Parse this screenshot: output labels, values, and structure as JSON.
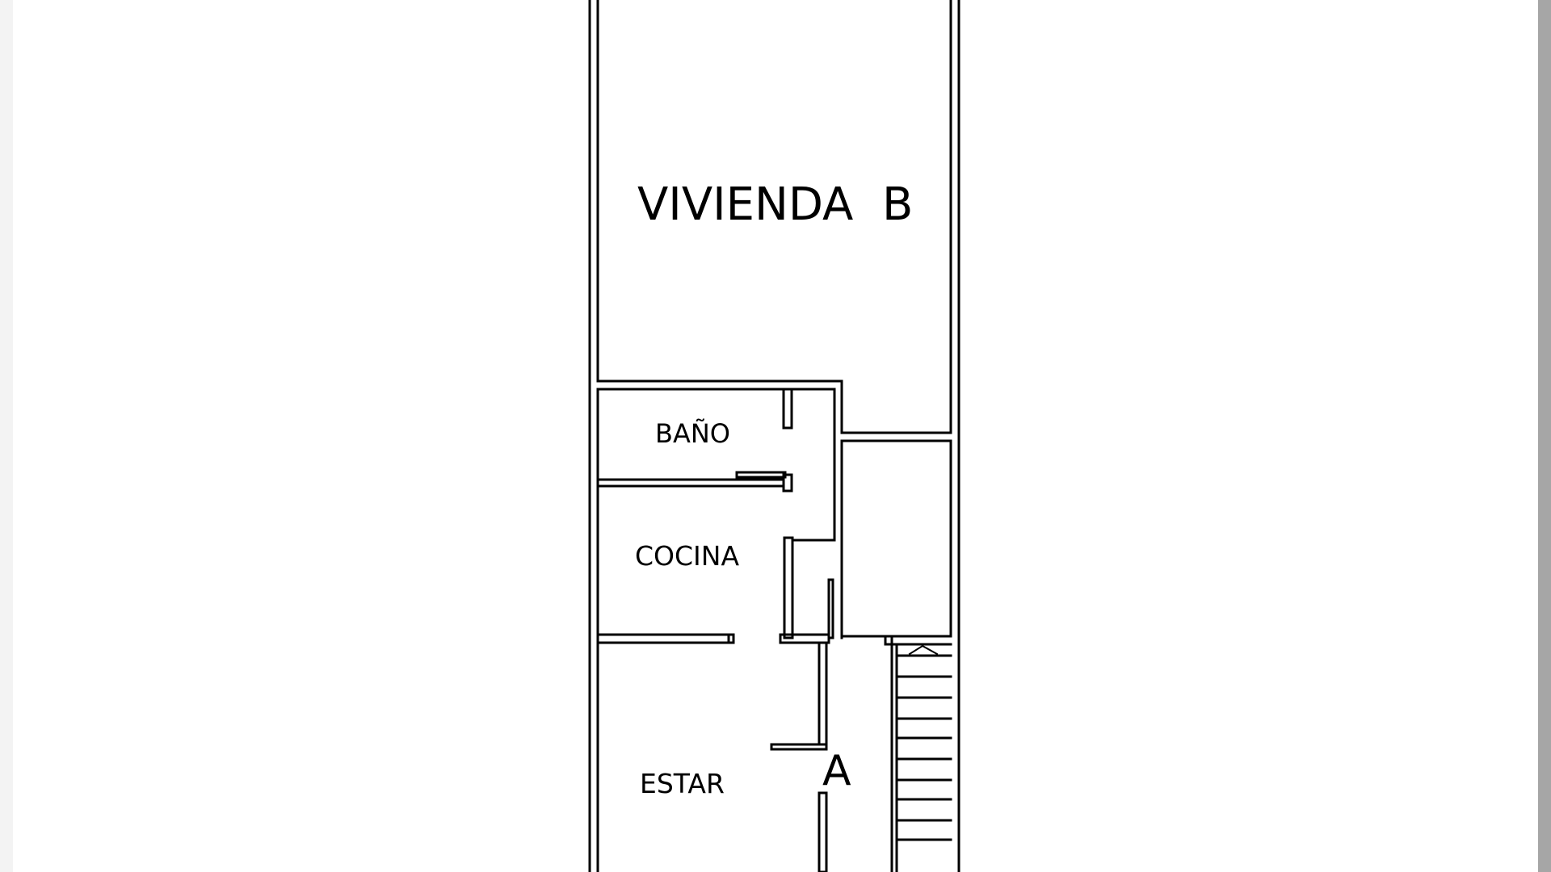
{
  "plan": {
    "rooms": {
      "vivienda_b": "VIVIENDA  B",
      "bano": "BAÑO",
      "cocina": "COCINA",
      "estar": "ESTAR"
    },
    "unit_marker": "A"
  },
  "colors": {
    "line": "#000000",
    "paper": "#ffffff",
    "scrollbar": "#a6a6a6"
  }
}
